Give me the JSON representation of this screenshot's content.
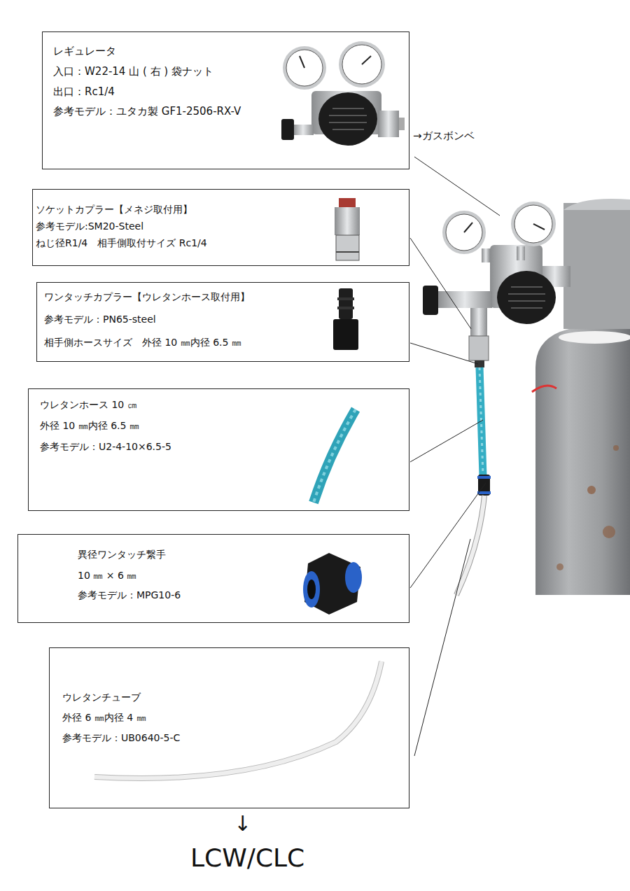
{
  "diagram": {
    "nodes": [
      {
        "text": [
          "レギュレータ",
          "入口：W22-14 山 ( 右 ) 袋ナット",
          "出口：Rc1/4",
          "参考モデル：ユタカ製 GF1-2506-RX-V"
        ]
      },
      {
        "text": [
          "ソケットカプラー【メネジ取付用】",
          "参考モデル:SM20-Steel",
          "ねじ径R1/4　相手側取付サイズ Rc1/4"
        ]
      },
      {
        "text": [
          "ワンタッチカプラー【ウレタンホース取付用】",
          "参考モデル：PN65-steel",
          "相手側ホースサイズ　外径 10 ㎜内径 6.5 ㎜"
        ]
      },
      {
        "text": [
          "ウレタンホース 10 ㎝",
          "外径 10 ㎜内径 6.5 ㎜",
          "参考モデル：U2-4-10×6.5-5"
        ]
      },
      {
        "text": [
          "異径ワンタッチ繋手",
          "10 ㎜ × 6 ㎜",
          "参考モデル：MPG10-6"
        ]
      },
      {
        "text": [
          "ウレタンチューブ",
          "外径 6 ㎜内径 4 ㎜",
          "参考モデル：UB0640-5-C"
        ]
      }
    ],
    "labels": [
      "→ガスボンベ",
      "↓",
      "LCW/CLC"
    ]
  }
}
